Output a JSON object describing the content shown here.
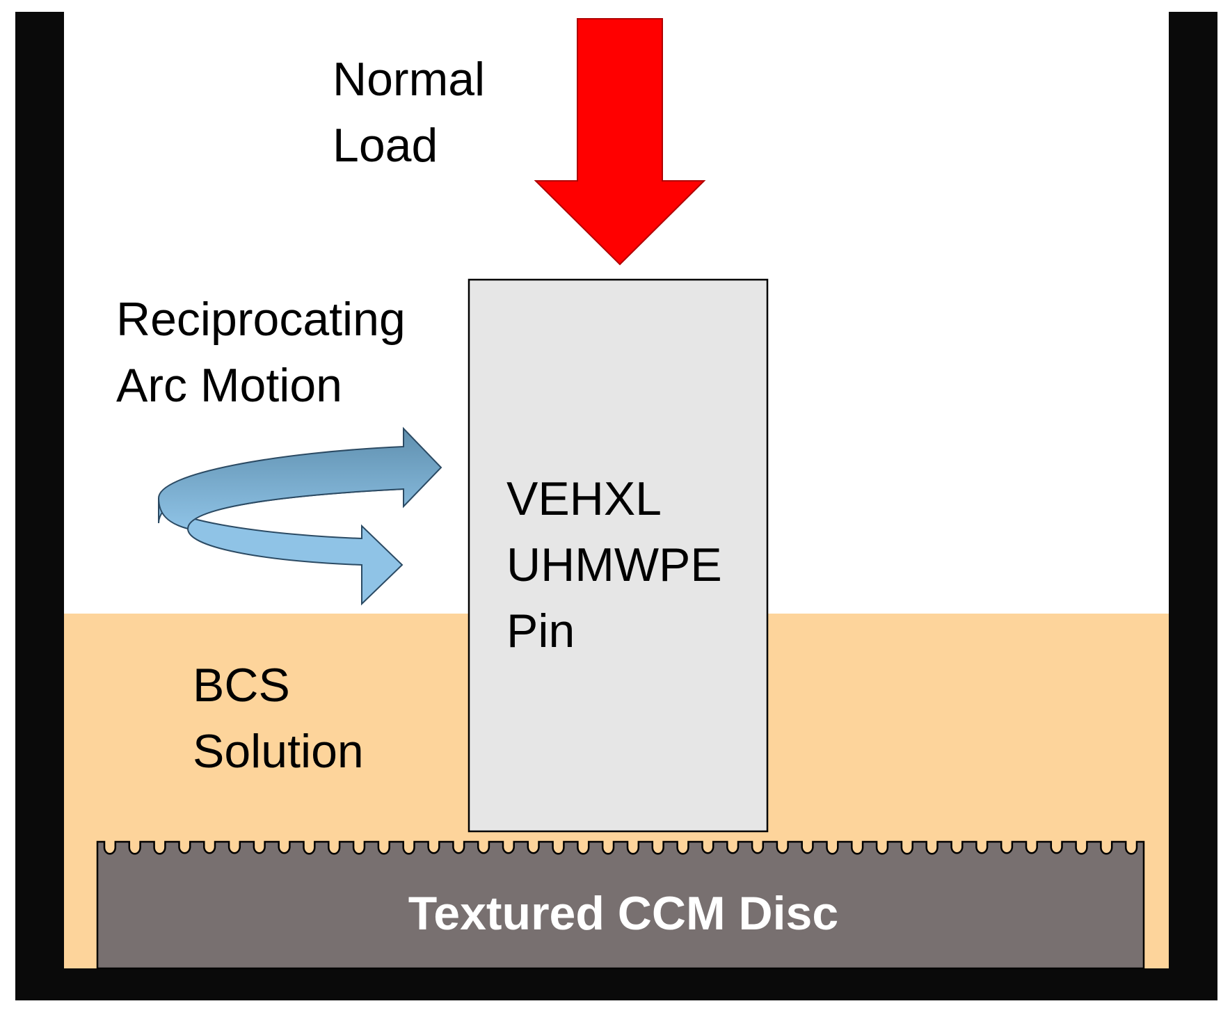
{
  "diagram": {
    "normal_load_label": [
      "Normal",
      "Load"
    ],
    "motion_label": [
      "Reciprocating",
      "Arc Motion"
    ],
    "pin_label": [
      "VEHXL",
      "UHMWPE",
      "Pin"
    ],
    "solution_label": [
      "BCS",
      "Solution"
    ],
    "disc_label": "Textured CCM Disc"
  },
  "colors": {
    "container_wall": "#0a0a0a",
    "solution": "#fdd49b",
    "pin_fill": "#e6e6e6",
    "load_arrow": "#ff0000",
    "disc": "#787070",
    "motion_arrow_dark": "#6a9ab8",
    "motion_arrow_light": "#8fc3e6"
  },
  "icons": {
    "load": "down-arrow-icon",
    "motion": "curved-double-arrow-icon"
  }
}
